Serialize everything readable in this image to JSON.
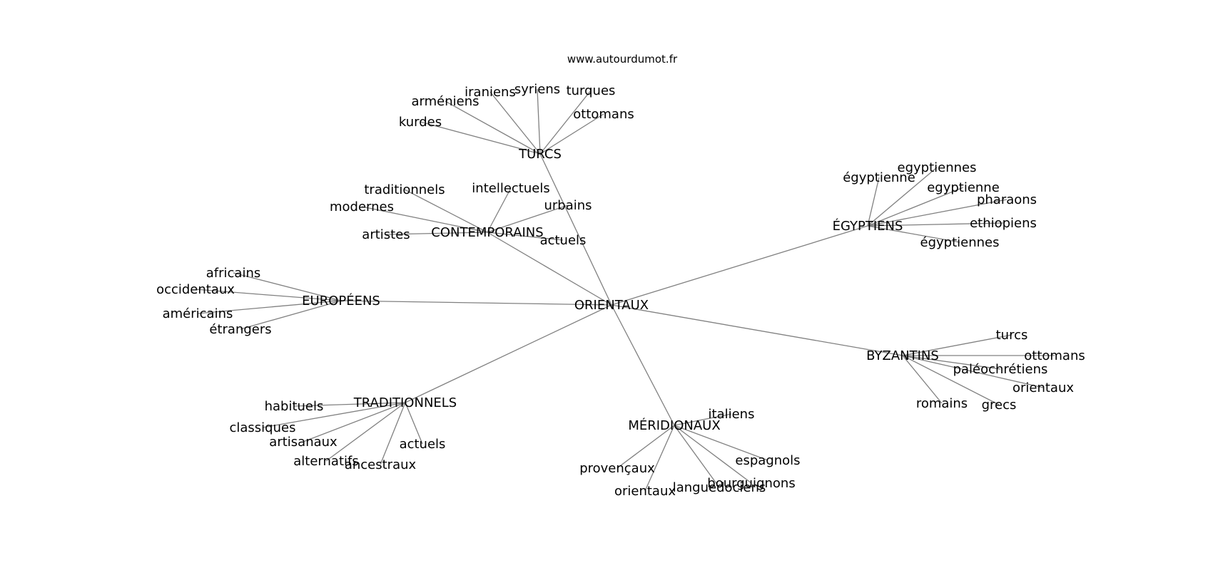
{
  "watermark": "www.autourdumot.fr",
  "edge_color": "#808080",
  "text_color": "#000000",
  "background": "#ffffff",
  "graph": {
    "center": "ORIENTAUX",
    "groups": [
      {
        "hub": "TURCS",
        "leaves": [
          "kurdes",
          "arméniens",
          "iraniens",
          "syriens",
          "turques",
          "ottomans"
        ]
      },
      {
        "hub": "CONTEMPORAINS",
        "leaves": [
          "traditionnels",
          "modernes",
          "artistes",
          "intellectuels",
          "urbains",
          "actuels"
        ]
      },
      {
        "hub": "ÉGYPTIENS",
        "leaves": [
          "égyptienne",
          "egyptiennes",
          "egyptienne",
          "pharaons",
          "ethiopiens",
          "égyptiennes"
        ]
      },
      {
        "hub": "EUROPÉENS",
        "leaves": [
          "africains",
          "occidentaux",
          "américains",
          "étrangers"
        ]
      },
      {
        "hub": "BYZANTINS",
        "leaves": [
          "turcs",
          "ottomans",
          "paléochrétiens",
          "orientaux",
          "grecs",
          "romains"
        ]
      },
      {
        "hub": "TRADITIONNELS",
        "leaves": [
          "habituels",
          "classiques",
          "artisanaux",
          "alternatifs",
          "ancestraux",
          "actuels"
        ]
      },
      {
        "hub": "MÉRIDIONAUX",
        "leaves": [
          "italiens",
          "espagnols",
          "bourguignons",
          "languedociens",
          "orientaux",
          "provençaux"
        ]
      }
    ]
  }
}
